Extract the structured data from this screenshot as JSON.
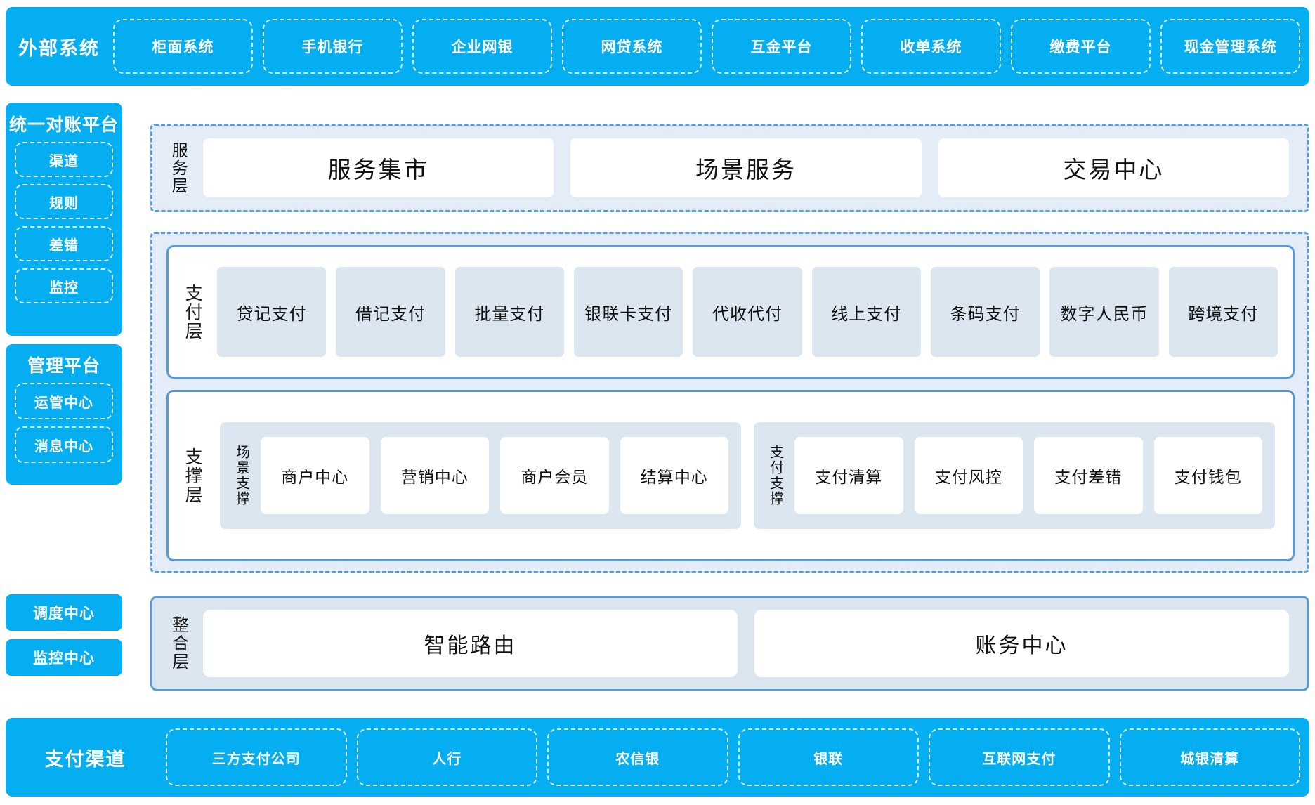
{
  "colors": {
    "cyan": "#04AEF0",
    "dashed_blue": "#5B9BD5",
    "light_blue_fill": "#DCE6F1",
    "region_fill": "#E3ECF7",
    "white": "#FFFFFF"
  },
  "header": {
    "title": "外部系统",
    "items": [
      "柜面系统",
      "手机银行",
      "企业网银",
      "网贷系统",
      "互金平台",
      "收单系统",
      "缴费平台",
      "现金管理系统"
    ]
  },
  "sidebar": {
    "reconciliation": {
      "title": "统一对账平台",
      "items": [
        "渠道",
        "规则",
        "差错",
        "监控"
      ]
    },
    "management": {
      "title": "管理平台",
      "items": [
        "运管中心",
        "消息中心"
      ]
    },
    "standalone": [
      "调度中心",
      "监控中心"
    ]
  },
  "service_layer": {
    "label": "服务层",
    "cards": [
      "服务集市",
      "场景服务",
      "交易中心"
    ]
  },
  "payment_layer": {
    "label": "支付层",
    "items": [
      "贷记支付",
      "借记支付",
      "批量支付",
      "银联卡支付",
      "代收代付",
      "线上支付",
      "条码支付",
      "数字人民币",
      "跨境支付"
    ]
  },
  "support_layer": {
    "label": "支撑层",
    "groups": [
      {
        "label": "场景支撑",
        "cards": [
          "商户中心",
          "营销中心",
          "商户会员",
          "结算中心"
        ]
      },
      {
        "label": "支付支撑",
        "cards": [
          "支付清算",
          "支付风控",
          "支付差错",
          "支付钱包"
        ]
      }
    ]
  },
  "integration_layer": {
    "label": "整合层",
    "cards": [
      "智能路由",
      "账务中心"
    ]
  },
  "footer": {
    "title": "支付渠道",
    "items": [
      "三方支付公司",
      "人行",
      "农信银",
      "银联",
      "互联网支付",
      "城银清算"
    ]
  }
}
